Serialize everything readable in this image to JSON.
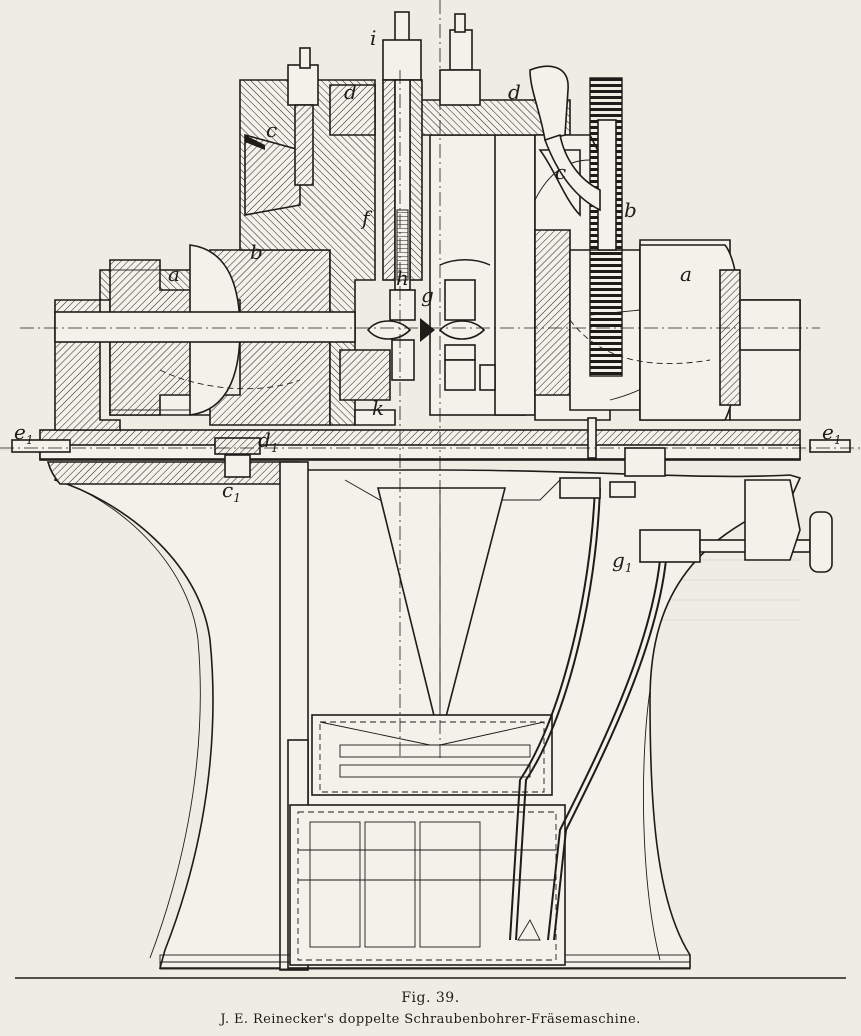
{
  "figure": {
    "number": "Fig. 39.",
    "caption": "J. E. Reinecker's doppelte Schraubenbohrer-Fräsemaschine."
  },
  "labels": {
    "i": "i",
    "d_left": "d",
    "d_right": "d",
    "c_left": "c",
    "c_right": "c",
    "b_left": "b",
    "b_right": "b",
    "a_left": "a",
    "a_right": "a",
    "f": "f",
    "h": "h",
    "g": "g",
    "k": "k",
    "e1_left": "e",
    "e1_right": "e",
    "d1": "d",
    "c1": "c",
    "g1": "g",
    "subscript": "1"
  }
}
